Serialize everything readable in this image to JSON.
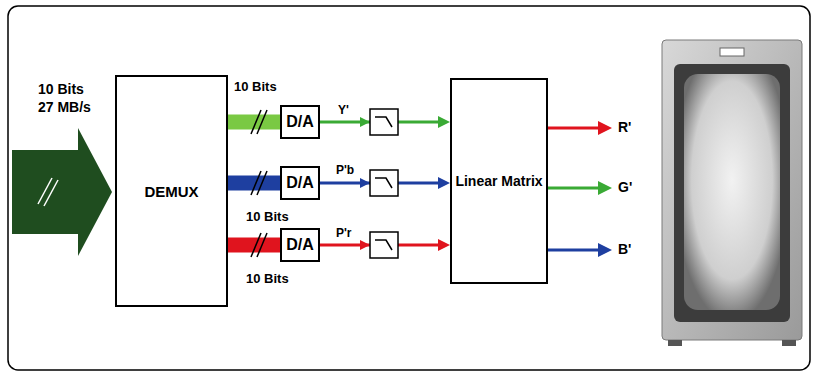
{
  "diagram": {
    "nodes": [
      {
        "text": [
          "DEMUX"
        ]
      },
      {
        "text": [
          "D/A"
        ]
      },
      {
        "text": [
          "D/A"
        ]
      },
      {
        "text": [
          "D/A"
        ]
      },
      {
        "text": [
          "Linear Matrix"
        ]
      }
    ],
    "edges": [
      {
        "from": 0,
        "to": 1,
        "arrow": "none"
      },
      {
        "from": 0,
        "to": 2,
        "arrow": "none"
      },
      {
        "from": 0,
        "to": 3,
        "arrow": "none"
      },
      {
        "from": 1,
        "to": 4,
        "label": "Y'",
        "arrow": "to"
      },
      {
        "from": 2,
        "to": 4,
        "label": "P'b",
        "arrow": "to"
      },
      {
        "from": 3,
        "to": 4,
        "label": "P'r",
        "arrow": "to"
      }
    ],
    "labels": [
      "10 Bits",
      "27 MB/s",
      "10 Bits",
      "10 Bits",
      "10 Bits",
      "R'",
      "G'",
      "B'"
    ]
  }
}
